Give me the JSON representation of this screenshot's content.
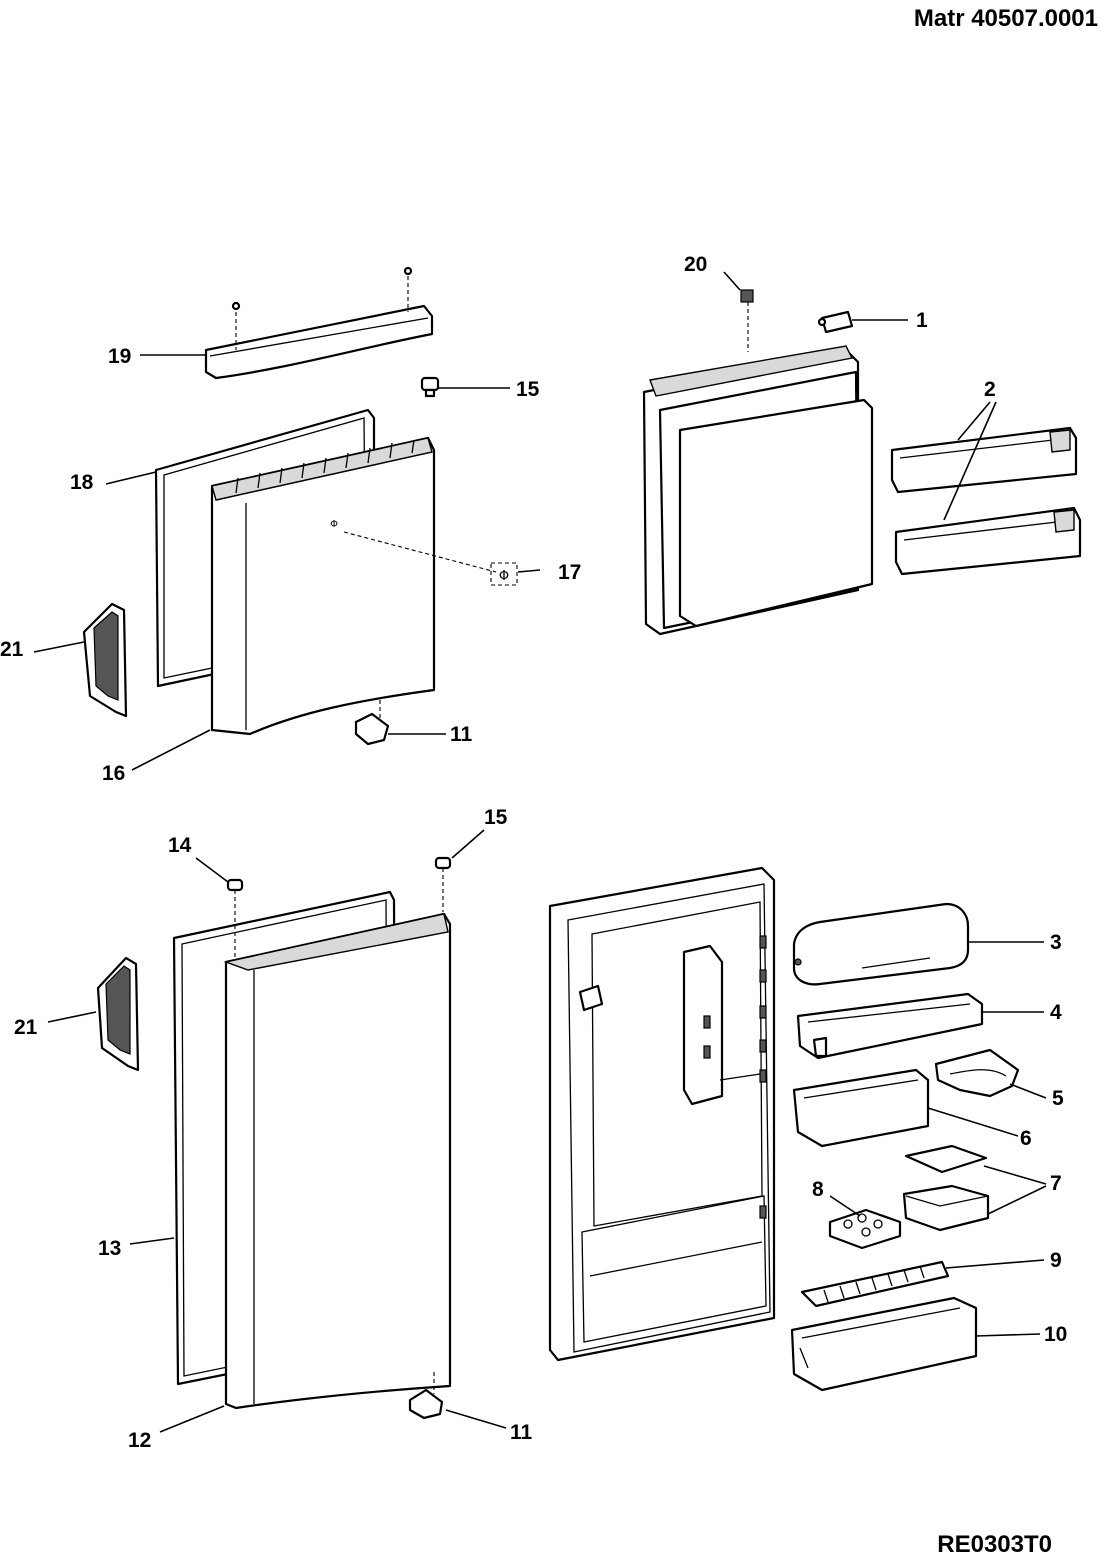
{
  "header": {
    "model": "Matr  40507.0001"
  },
  "footer": {
    "code": "RE0303T0"
  },
  "callouts": {
    "c1": "1",
    "c2": "2",
    "c3": "3",
    "c4": "4",
    "c5": "5",
    "c6": "6",
    "c7": "7",
    "c8": "8",
    "c9": "9",
    "c10": "10",
    "c11a": "11",
    "c11b": "11",
    "c12": "12",
    "c13": "13",
    "c14": "14",
    "c15a": "15",
    "c15b": "15",
    "c16": "16",
    "c17": "17",
    "c18": "18",
    "c19": "19",
    "c20": "20",
    "c21a": "21",
    "c21b": "21"
  }
}
